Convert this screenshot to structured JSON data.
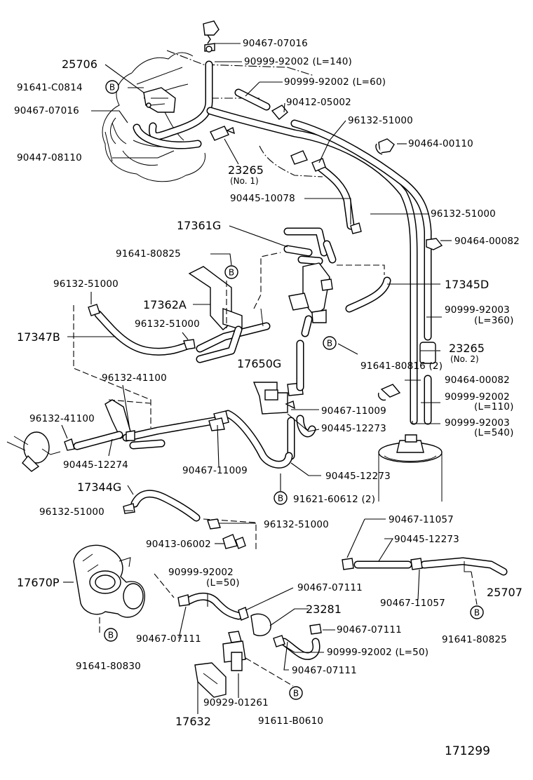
{
  "diagram_code": "171299",
  "callout_letter": "B",
  "labels": [
    {
      "id": "l01",
      "text": "90467-07016"
    },
    {
      "id": "l02",
      "text": "25706"
    },
    {
      "id": "l03",
      "text": "90999-92002 (L=140)"
    },
    {
      "id": "l04",
      "text": "91641-C0814"
    },
    {
      "id": "l05",
      "text": "90999-92002 (L=60)"
    },
    {
      "id": "l06",
      "text": "90467-07016"
    },
    {
      "id": "l07",
      "text": "90412-05002"
    },
    {
      "id": "l08",
      "text": "96132-51000"
    },
    {
      "id": "l09",
      "text": "90464-00110"
    },
    {
      "id": "l10",
      "text": "90447-08110"
    },
    {
      "id": "l11",
      "text": "23265"
    },
    {
      "id": "l12",
      "text": "(No. 1)"
    },
    {
      "id": "l13",
      "text": "90445-10078"
    },
    {
      "id": "l14",
      "text": "96132-51000"
    },
    {
      "id": "l15",
      "text": "17361G"
    },
    {
      "id": "l16",
      "text": "90464-00082"
    },
    {
      "id": "l17",
      "text": "91641-80825"
    },
    {
      "id": "l18",
      "text": "96132-51000"
    },
    {
      "id": "l19",
      "text": "17345D"
    },
    {
      "id": "l20",
      "text": "17362A"
    },
    {
      "id": "l21",
      "text": "90999-92003"
    },
    {
      "id": "l22",
      "text": "(L=360)"
    },
    {
      "id": "l23",
      "text": "96132-51000"
    },
    {
      "id": "l24",
      "text": "17347B"
    },
    {
      "id": "l25",
      "text": "23265"
    },
    {
      "id": "l26",
      "text": "(No. 2)"
    },
    {
      "id": "l27",
      "text": "91641-80816 (2)"
    },
    {
      "id": "l28",
      "text": "17650G"
    },
    {
      "id": "l29",
      "text": "96132-41100"
    },
    {
      "id": "l30",
      "text": "90464-00082"
    },
    {
      "id": "l31",
      "text": "90999-92002"
    },
    {
      "id": "l32",
      "text": "(L=110)"
    },
    {
      "id": "l33",
      "text": "96132-41100"
    },
    {
      "id": "l34",
      "text": "90467-11009"
    },
    {
      "id": "l35",
      "text": "90999-92003"
    },
    {
      "id": "l36",
      "text": "(L=540)"
    },
    {
      "id": "l37",
      "text": "90445-12273"
    },
    {
      "id": "l38",
      "text": "90445-12274"
    },
    {
      "id": "l39",
      "text": "90467-11009"
    },
    {
      "id": "l40",
      "text": "90445-12273"
    },
    {
      "id": "l41",
      "text": "17344G"
    },
    {
      "id": "l42",
      "text": "91621-60612 (2)"
    },
    {
      "id": "l43",
      "text": "96132-51000"
    },
    {
      "id": "l44",
      "text": "96132-51000"
    },
    {
      "id": "l45",
      "text": "90467-11057"
    },
    {
      "id": "l46",
      "text": "90413-06002"
    },
    {
      "id": "l47",
      "text": "90445-12273"
    },
    {
      "id": "l48",
      "text": "17670P"
    },
    {
      "id": "l49",
      "text": "90999-92002"
    },
    {
      "id": "l50",
      "text": "(L=50)"
    },
    {
      "id": "l51",
      "text": "90467-07111"
    },
    {
      "id": "l52",
      "text": "90467-11057"
    },
    {
      "id": "l53",
      "text": "25707"
    },
    {
      "id": "l54",
      "text": "23281"
    },
    {
      "id": "l55",
      "text": "90467-07111"
    },
    {
      "id": "l56",
      "text": "90467-07111"
    },
    {
      "id": "l57",
      "text": "90999-92002 (L=50)"
    },
    {
      "id": "l58",
      "text": "91641-80825"
    },
    {
      "id": "l59",
      "text": "91641-80830"
    },
    {
      "id": "l60",
      "text": "90467-07111"
    },
    {
      "id": "l61",
      "text": "90929-01261"
    },
    {
      "id": "l62",
      "text": "17632"
    },
    {
      "id": "l63",
      "text": "91611-B0610"
    }
  ]
}
